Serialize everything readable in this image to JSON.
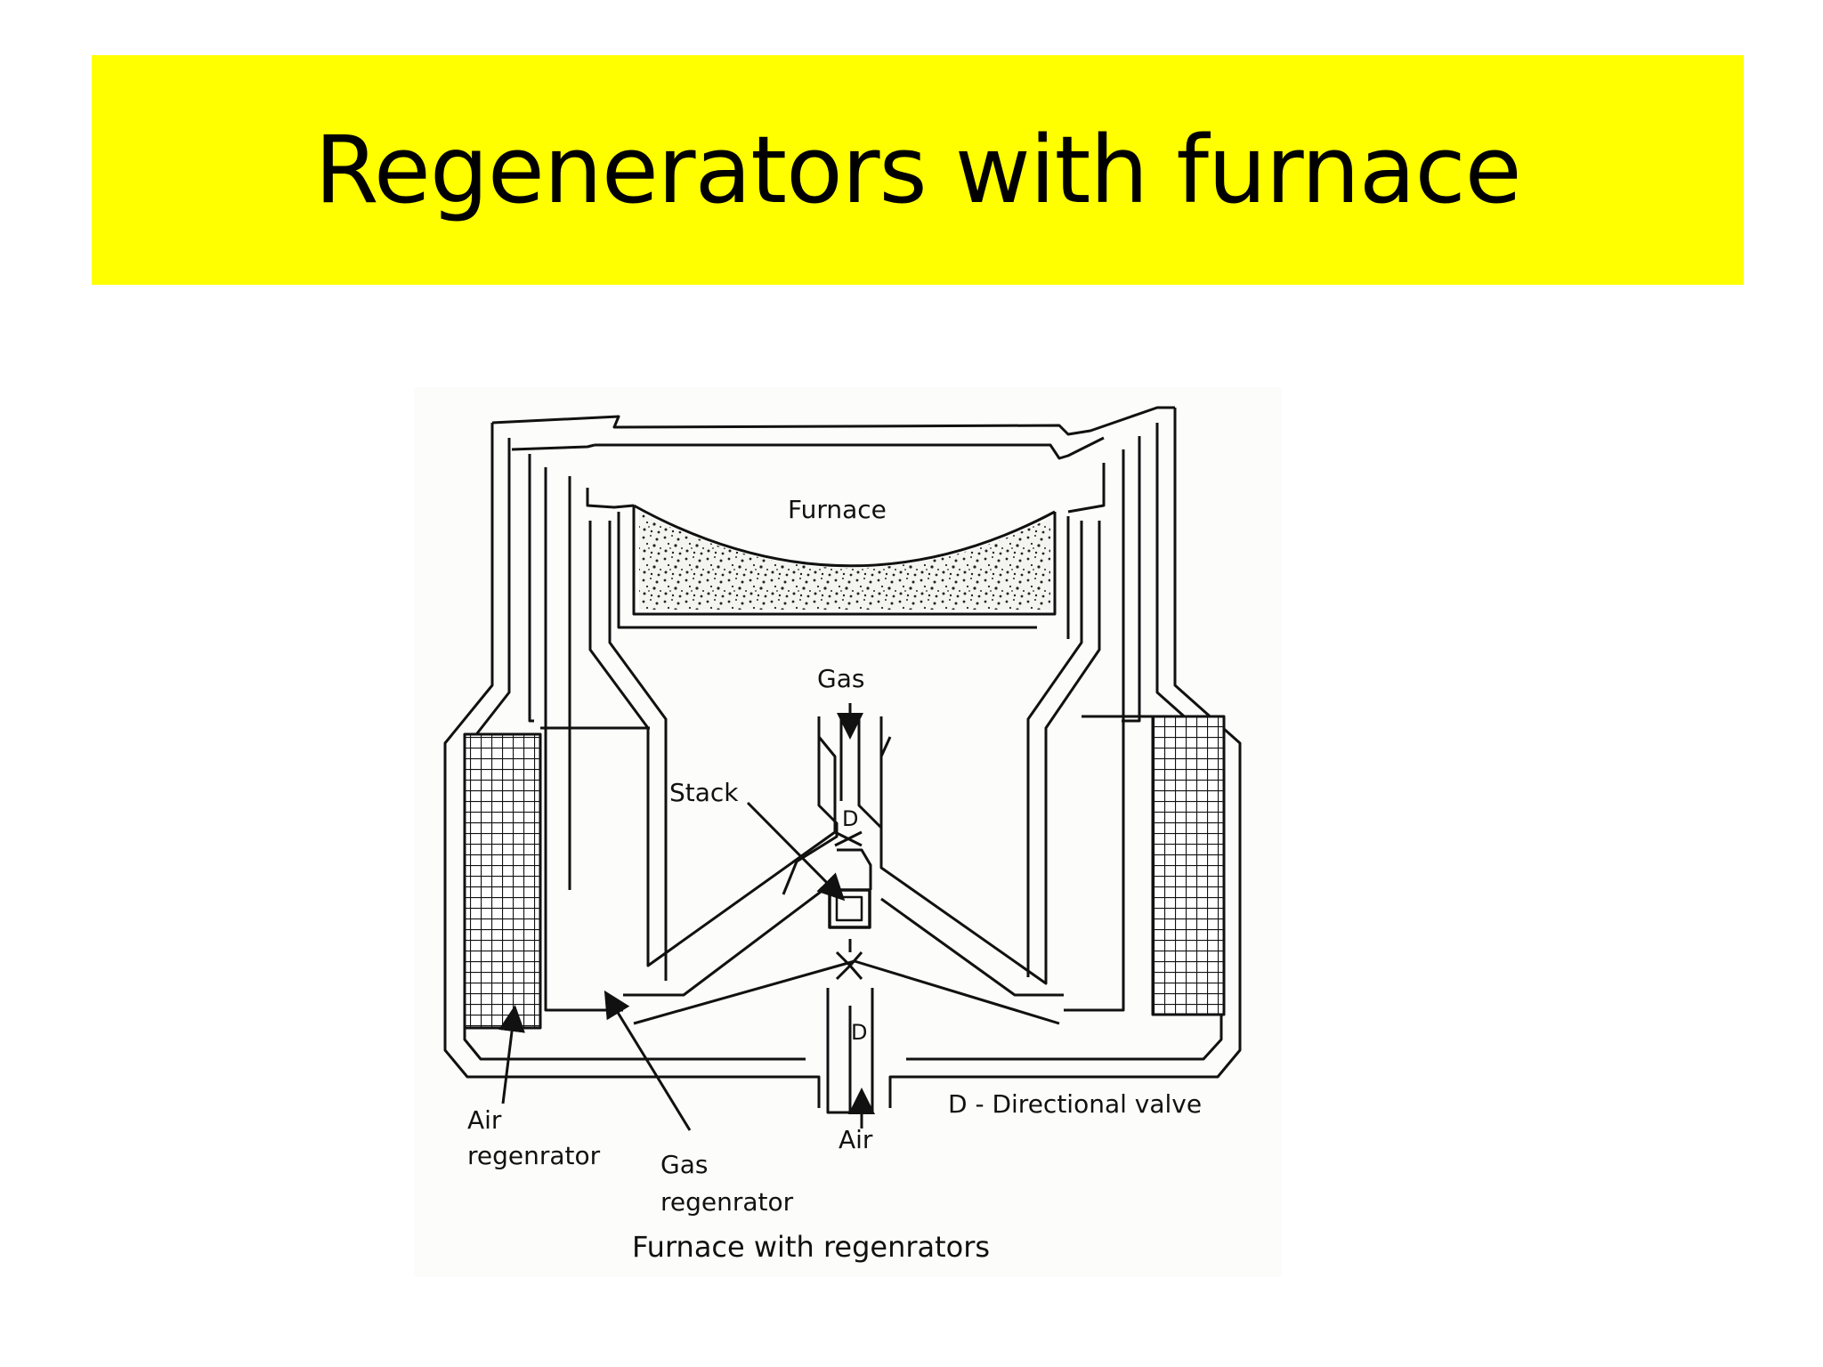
{
  "title": "Regenerators with furnace",
  "diagram": {
    "labels": {
      "furnace": "Furnace",
      "gas_inlet": "Gas",
      "stack": "Stack",
      "valve_top": "D",
      "valve_bottom": "D",
      "air_inlet": "Air",
      "air_regenerator_1": "Air",
      "air_regenerator_2": "regenrator",
      "gas_regenerator_1": "Gas",
      "gas_regenerator_2": "regenrator",
      "valve_legend": "D - Directional valve",
      "caption": "Furnace with regenrators"
    },
    "colors": {
      "ink": "#111111",
      "banner": "#ffff00",
      "paper": "#fcfcfa"
    }
  }
}
